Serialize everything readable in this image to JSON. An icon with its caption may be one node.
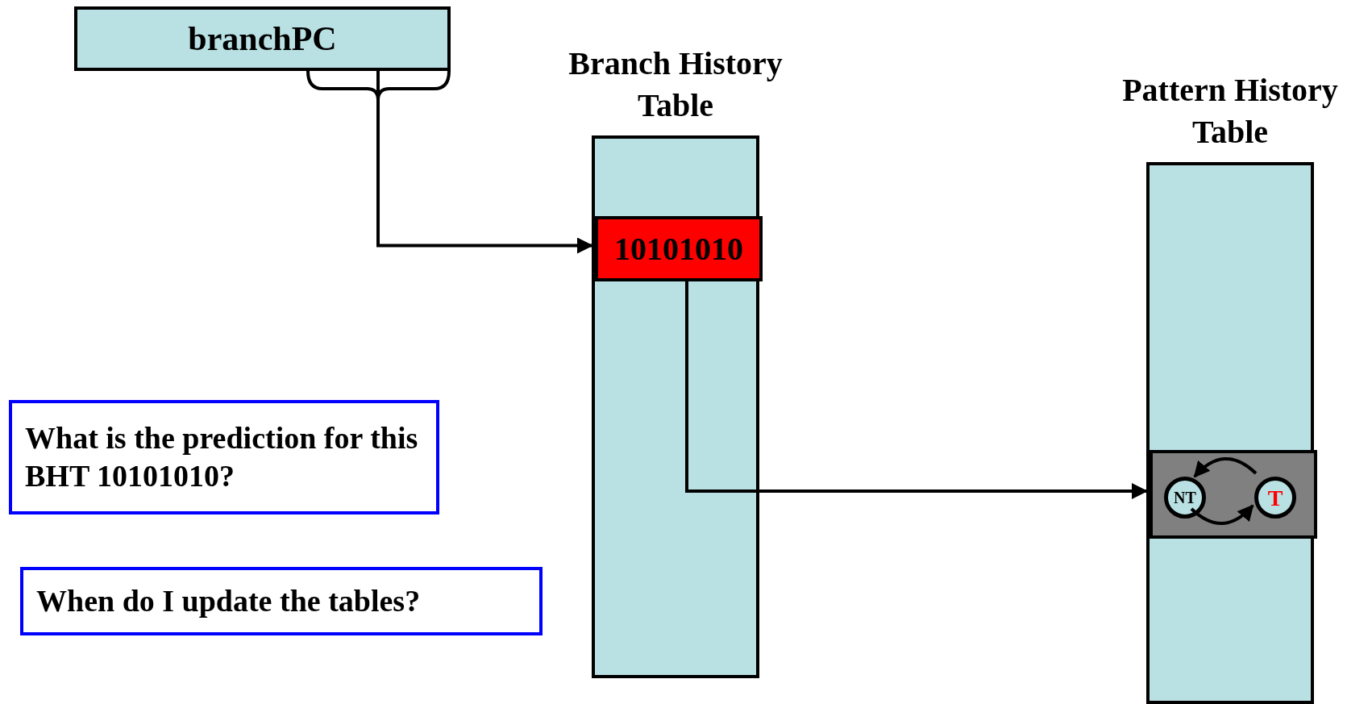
{
  "diagram": {
    "nodes": [
      {
        "text": [
          "branchPC"
        ]
      },
      {
        "text": [
          "Branch History Table"
        ]
      },
      {
        "text": [
          "10101010"
        ],
        "in": 1
      },
      {
        "text": [
          "Pattern History Table"
        ]
      },
      {
        "text": [],
        "shape": "box",
        "in": 3
      },
      {
        "text": [
          "NT"
        ],
        "in": 4
      },
      {
        "text": [
          "T"
        ],
        "in": 4
      },
      {
        "text": [
          "What is the prediction for this BHT 10101010?"
        ]
      },
      {
        "text": [
          "When do I update the tables?"
        ]
      }
    ],
    "edges": [
      {
        "from": 0,
        "to": 2,
        "arrow": "to"
      },
      {
        "from": 2,
        "to": 4,
        "arrow": "to"
      },
      {
        "from": 6,
        "to": 5,
        "arrow": "to"
      },
      {
        "from": 5,
        "to": 6,
        "arrow": "to"
      }
    ]
  }
}
